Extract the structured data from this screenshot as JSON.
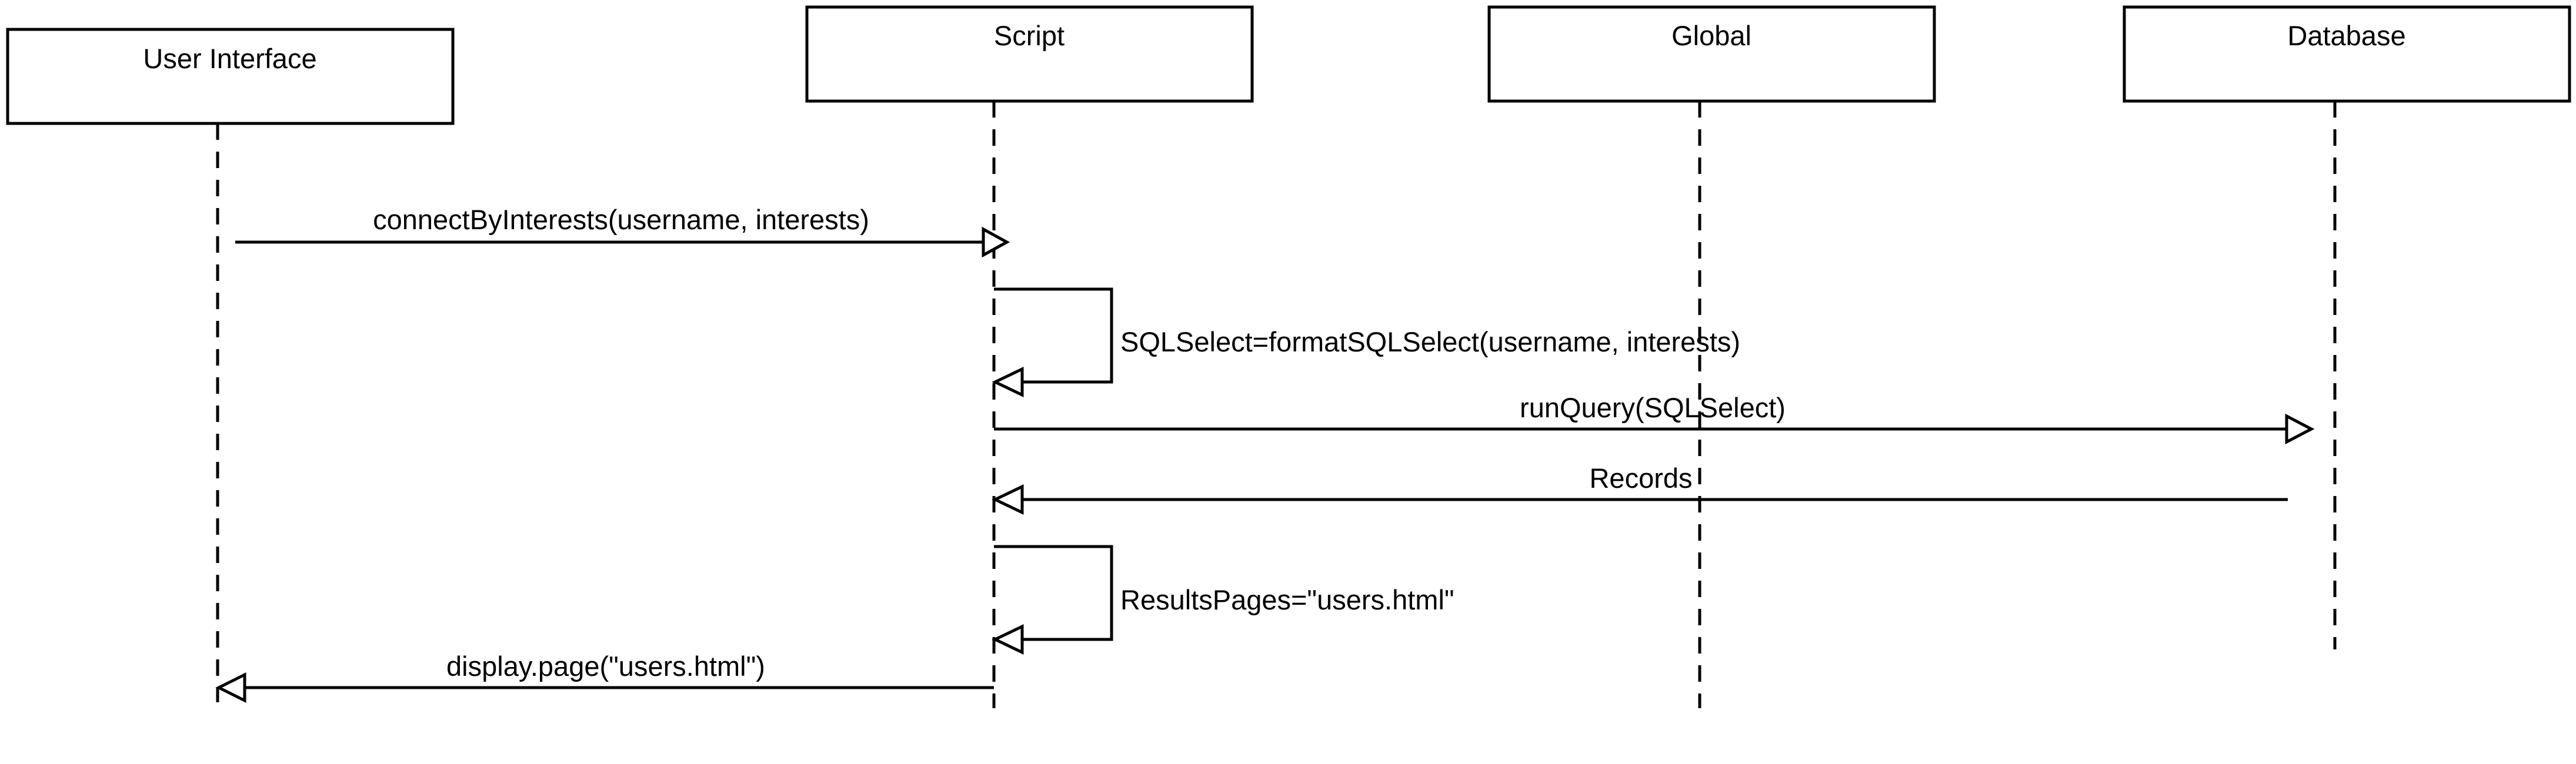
{
  "participants": [
    {
      "id": "ui",
      "label": "User Interface"
    },
    {
      "id": "script",
      "label": "Script"
    },
    {
      "id": "global",
      "label": "Global"
    },
    {
      "id": "database",
      "label": "Database"
    }
  ],
  "messages": [
    {
      "id": "connect",
      "from": "ui",
      "to": "script",
      "label": "connectByInterests(username, interests)"
    },
    {
      "id": "format",
      "from": "script",
      "to": "script",
      "label": "SQLSelect=formatSQLSelect(username, interests)"
    },
    {
      "id": "query",
      "from": "script",
      "to": "database",
      "label": "runQuery(SQLSelect)"
    },
    {
      "id": "records",
      "from": "database",
      "to": "script",
      "label": "Records"
    },
    {
      "id": "results",
      "from": "script",
      "to": "script",
      "label": "ResultsPages=\"users.html\""
    },
    {
      "id": "display",
      "from": "script",
      "to": "ui",
      "label": "display.page(\"users.html\")"
    }
  ]
}
